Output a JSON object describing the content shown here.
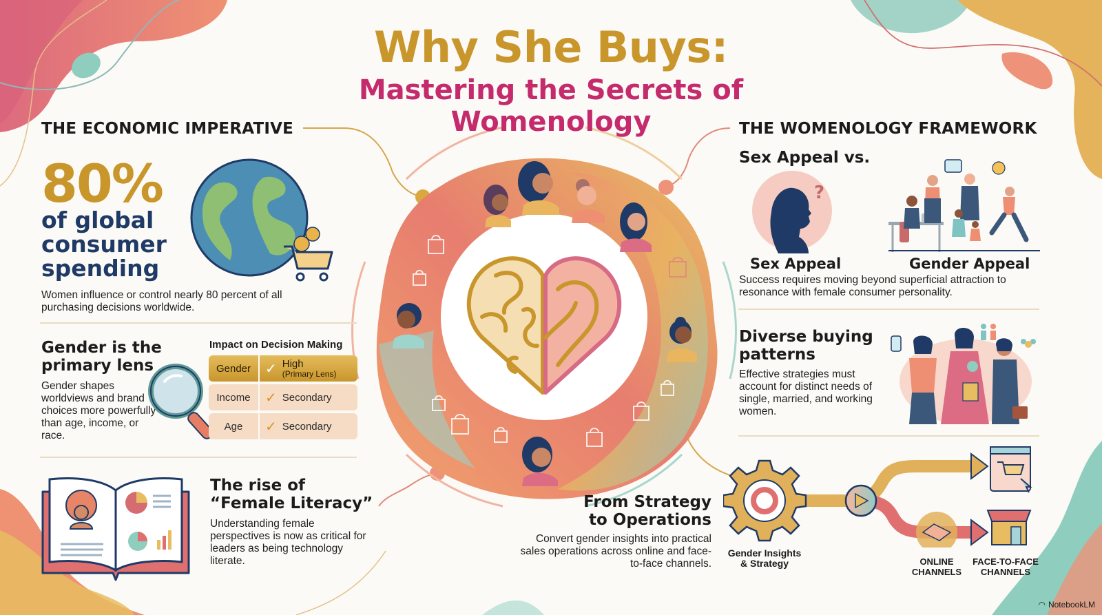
{
  "header": {
    "title": "Why She Buys:",
    "subtitle_line1": "Mastering the Secrets of",
    "subtitle_line2": "Womenology"
  },
  "colors": {
    "gold": "#c9962c",
    "magenta": "#c42a6c",
    "navy": "#1f3a66",
    "coral": "#ee8e72",
    "teal": "#8fcdbf",
    "peach": "#f6dcc5",
    "background": "#fbfaf6"
  },
  "economic": {
    "heading": "THE ECONOMIC IMPERATIVE",
    "stat_value": "80%",
    "stat_caption": "of global consumer spending",
    "description": "Women influence or control nearly 80 percent of all purchasing decisions worldwide.",
    "icon": "globe-with-shopping-cart-icon"
  },
  "gender_lens": {
    "heading": "Gender is the primary lens",
    "description": "Gender shapes worldviews and brand choices more powerfully than age, income, or race.",
    "icon": "magnifying-glass-icon",
    "table": {
      "title": "Impact on Decision Making",
      "rows": [
        {
          "factor": "Gender",
          "value": "High",
          "note": "(Primary Lens)",
          "level": "primary"
        },
        {
          "factor": "Income",
          "value": "Secondary",
          "note": "",
          "level": "secondary"
        },
        {
          "factor": "Age",
          "value": "Secondary",
          "note": "",
          "level": "secondary"
        }
      ]
    }
  },
  "female_literacy": {
    "heading_line1": "The rise of",
    "heading_line2": "“Female Literacy”",
    "description": "Understanding female perspectives is now as critical for leaders as being technology literate.",
    "icon": "open-book-icon"
  },
  "framework": {
    "heading": "THE WOMENOLOGY FRAMEWORK",
    "subheading": "Sex Appeal vs.",
    "left_label": "Sex Appeal",
    "right_label": "Gender Appeal",
    "description": "Success requires moving beyond superficial attraction to resonance with female consumer personality."
  },
  "diverse": {
    "heading": "Diverse buying patterns",
    "description": "Effective strategies must account for distinct needs of single, married, and working women."
  },
  "operations": {
    "heading_line1": "From Strategy",
    "heading_line2": "to Operations",
    "description": "Convert gender insights into practical sales operations across online and face-to-face channels.",
    "source_label": "Gender Insights & Strategy",
    "channels": [
      {
        "label": "ONLINE CHANNELS",
        "icon": "handshake-icon"
      },
      {
        "label": "FACE-TO-FACE CHANNELS",
        "icon": "storefront-icon"
      }
    ]
  },
  "center": {
    "icon": "brain-heart-icon"
  },
  "footer": {
    "brand": "NotebookLM"
  }
}
